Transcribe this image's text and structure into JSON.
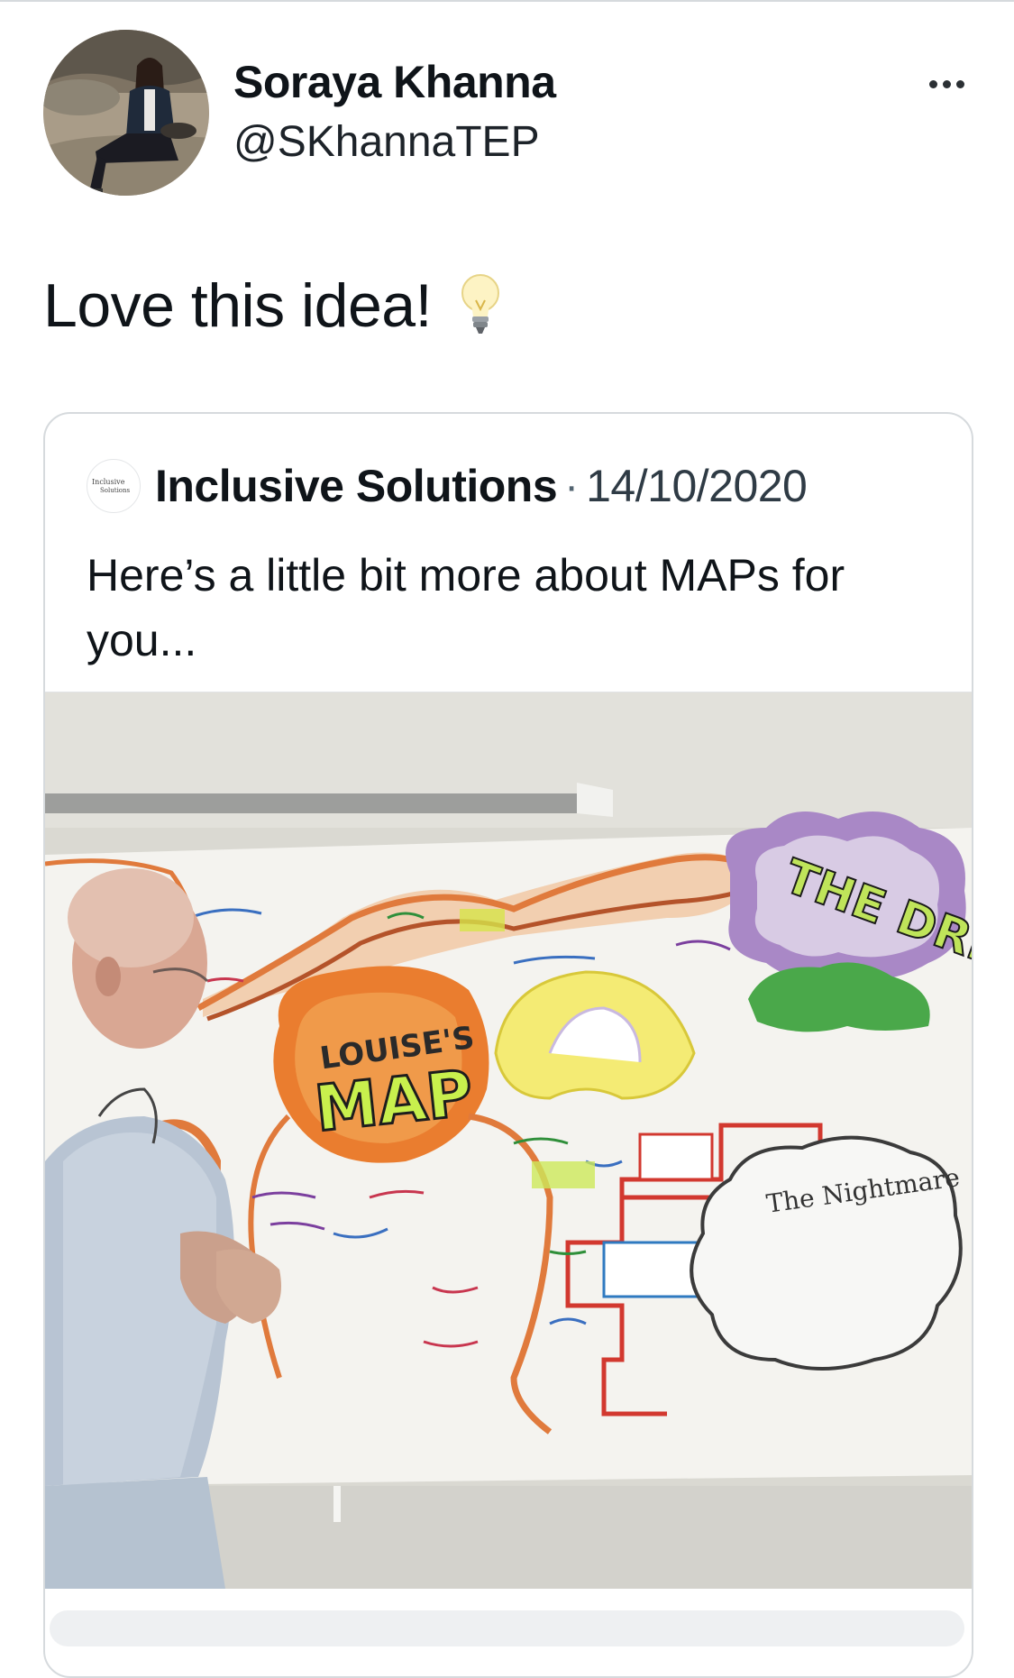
{
  "tweet": {
    "author": {
      "display_name": "Soraya Khanna",
      "handle": "@SKhannaTEP"
    },
    "text": "Love this idea!",
    "emoji": "light-bulb"
  },
  "quoted_tweet": {
    "author": {
      "display_name": "Inclusive Solutions",
      "avatar_text": "Inclusive Solutions"
    },
    "separator": "·",
    "date": "14/10/2020",
    "text": "Here’s a little bit more about MAPs for you...",
    "media": {
      "labels": {
        "center": "MAP",
        "center_top": "LOUISE'S",
        "dream": "THE DREAM",
        "nightmare": "The Nightmare"
      }
    }
  },
  "colors": {
    "text_primary": "#0f1419",
    "text_secondary": "#536471",
    "border": "#d6dadd",
    "map_orange": "#e9732a",
    "map_purple": "#8a5bb5",
    "map_green": "#3f9a3a",
    "map_yellow": "#f2e94b"
  }
}
